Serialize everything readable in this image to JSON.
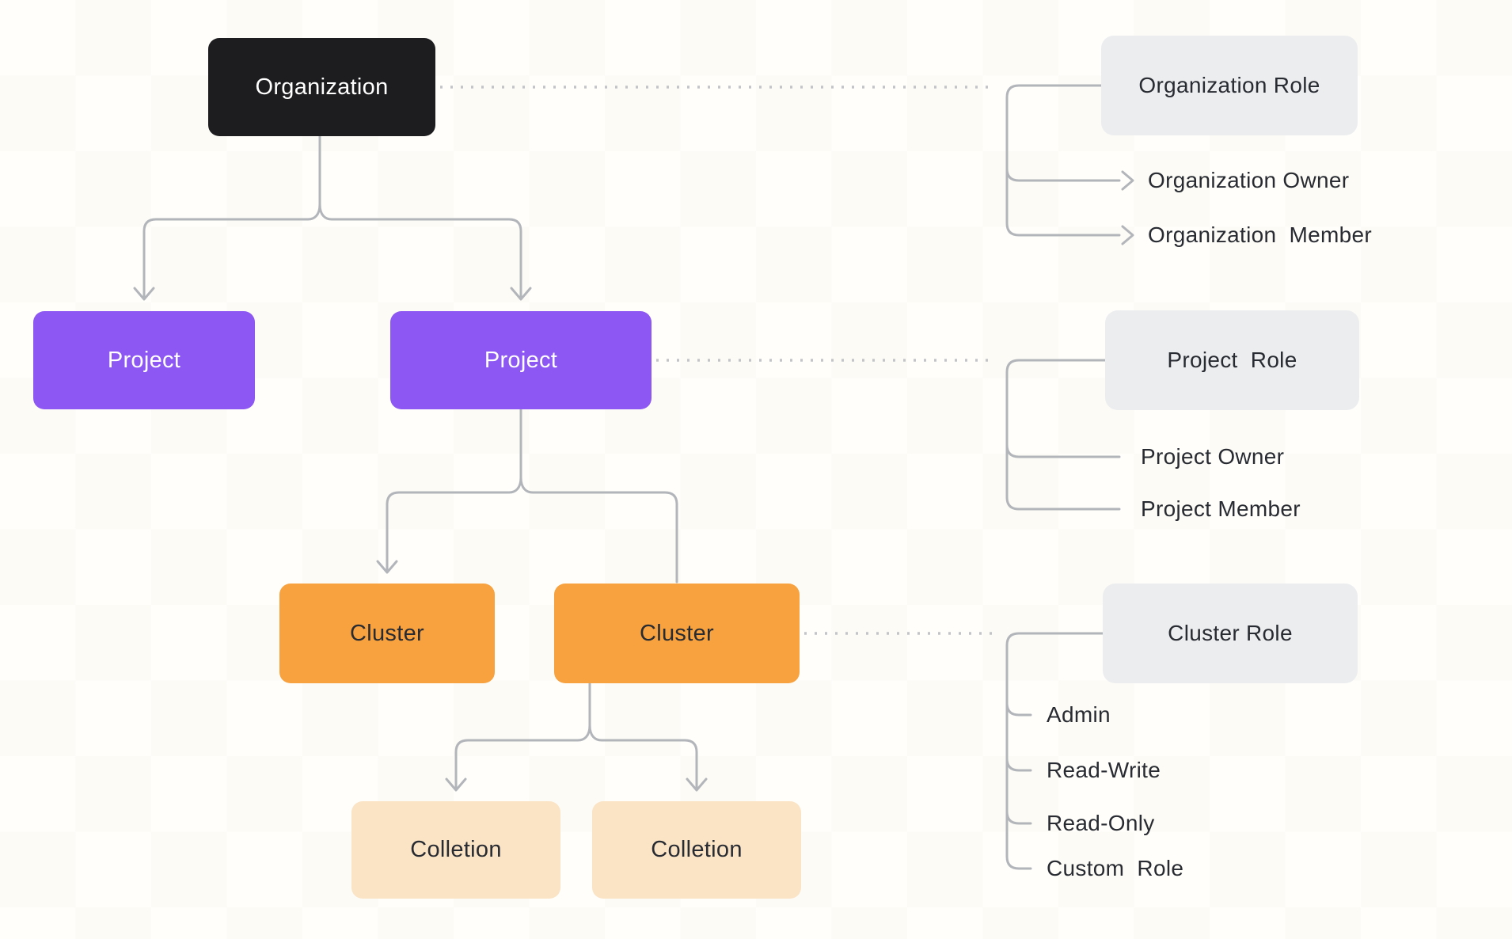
{
  "diagram": {
    "title_note": "Resource hierarchy and role mapping diagram",
    "colors": {
      "organization": "#1d1d1f",
      "project": "#8c57f2",
      "cluster": "#f7a13f",
      "collection": "#fbe3c5",
      "rolebox": "#ecedef",
      "textdark": "#282b31",
      "textlight": "#ffffff",
      "connector": "#b2b5ba",
      "dotted": "#c2c4c7"
    },
    "nodes": {
      "organization": {
        "label": "Organization"
      },
      "project_left": {
        "label": "Project"
      },
      "project_right": {
        "label": "Project"
      },
      "cluster_left": {
        "label": "Cluster"
      },
      "cluster_right": {
        "label": "Cluster"
      },
      "collection_left": {
        "label": "Colletion"
      },
      "collection_right": {
        "label": "Colletion"
      }
    },
    "role_groups": [
      {
        "title": "Organization Role",
        "items": [
          "Organization Owner",
          "Organization  Member"
        ],
        "arrow_style": "chevron"
      },
      {
        "title": "Project  Role",
        "items": [
          "Project Owner",
          "Project Member"
        ],
        "arrow_style": "plain"
      },
      {
        "title": "Cluster Role",
        "items": [
          "Admin",
          "Read-Write",
          "Read-Only",
          "Custom  Role"
        ],
        "arrow_style": "plain"
      }
    ]
  }
}
